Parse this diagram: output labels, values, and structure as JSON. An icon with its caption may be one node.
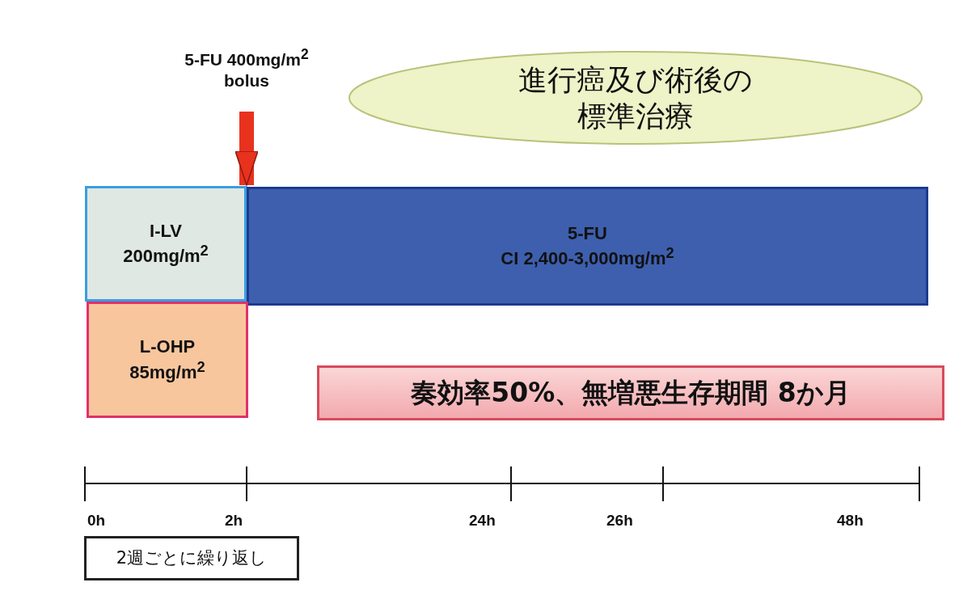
{
  "diagram": {
    "nodes": [
      {
        "text": [
          "進行癌及び術後の標準治療"
        ]
      },
      {
        "text": [
          "5-FU 400mg/m$^{2}$ bolus"
        ]
      },
      {
        "text": [
          "I-LV",
          "200mg/m$^{2}$"
        ]
      },
      {
        "text": [
          "5-FU",
          "CI 2,400-3,000mg/m$^{2}$"
        ]
      },
      {
        "text": [
          "L-OHP",
          "85mg/m$^{2}$"
        ]
      },
      {
        "text": [
          "奏効率50%、無増悪生存期間 8か月"
        ]
      },
      {
        "text": [
          "2週ごとに繰り返し"
        ]
      }
    ],
    "edges": [
      {
        "from": 1,
        "to": 3,
        "arrow": "to",
        "color": "#e8321e"
      }
    ],
    "labels": [
      "0h",
      "2h",
      "24h",
      "26h",
      "48h"
    ]
  }
}
